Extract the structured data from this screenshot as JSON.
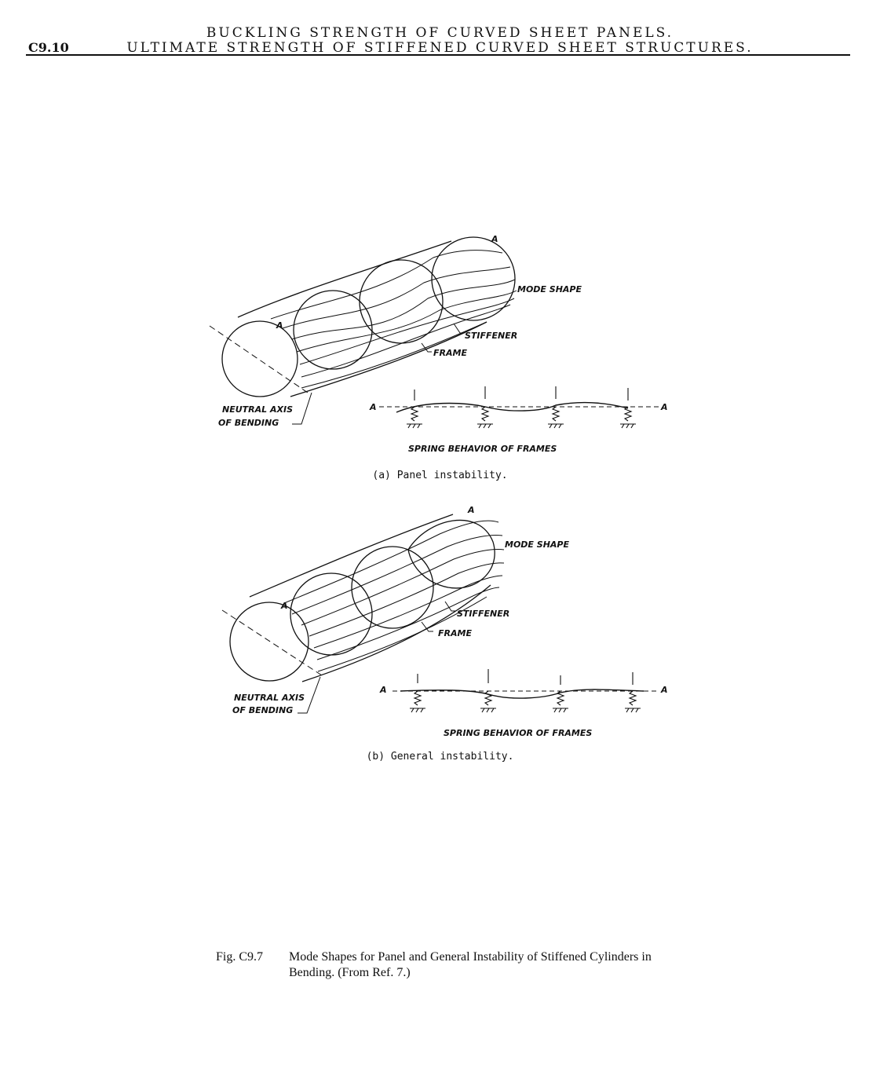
{
  "header": {
    "line1": "BUCKLING STRENGTH OF CURVED SHEET PANELS.",
    "line2": "ULTIMATE STRENGTH OF STIFFENED CURVED SHEET STRUCTURES.",
    "section": "C9.10"
  },
  "figure_a": {
    "point_label": "A",
    "mode_shape": "MODE SHAPE",
    "stiffener": "STIFFENER",
    "frame": "FRAME",
    "neutral_axis_1": "NEUTRAL AXIS",
    "neutral_axis_2": "OF BENDING",
    "spring": "SPRING BEHAVIOR OF FRAMES",
    "subcaption": "(a) Panel instability."
  },
  "figure_b": {
    "point_label": "A",
    "mode_shape": "MODE SHAPE",
    "stiffener": "STIFFENER",
    "frame": "FRAME",
    "neutral_axis_1": "NEUTRAL AXIS",
    "neutral_axis_2": "OF BENDING",
    "spring": "SPRING BEHAVIOR OF FRAMES",
    "subcaption": "(b) General instability."
  },
  "caption": {
    "number": "Fig. C9.7",
    "text": "Mode Shapes for Panel and General Instability of Stiffened Cylinders in Bending. (From Ref. 7.)"
  }
}
